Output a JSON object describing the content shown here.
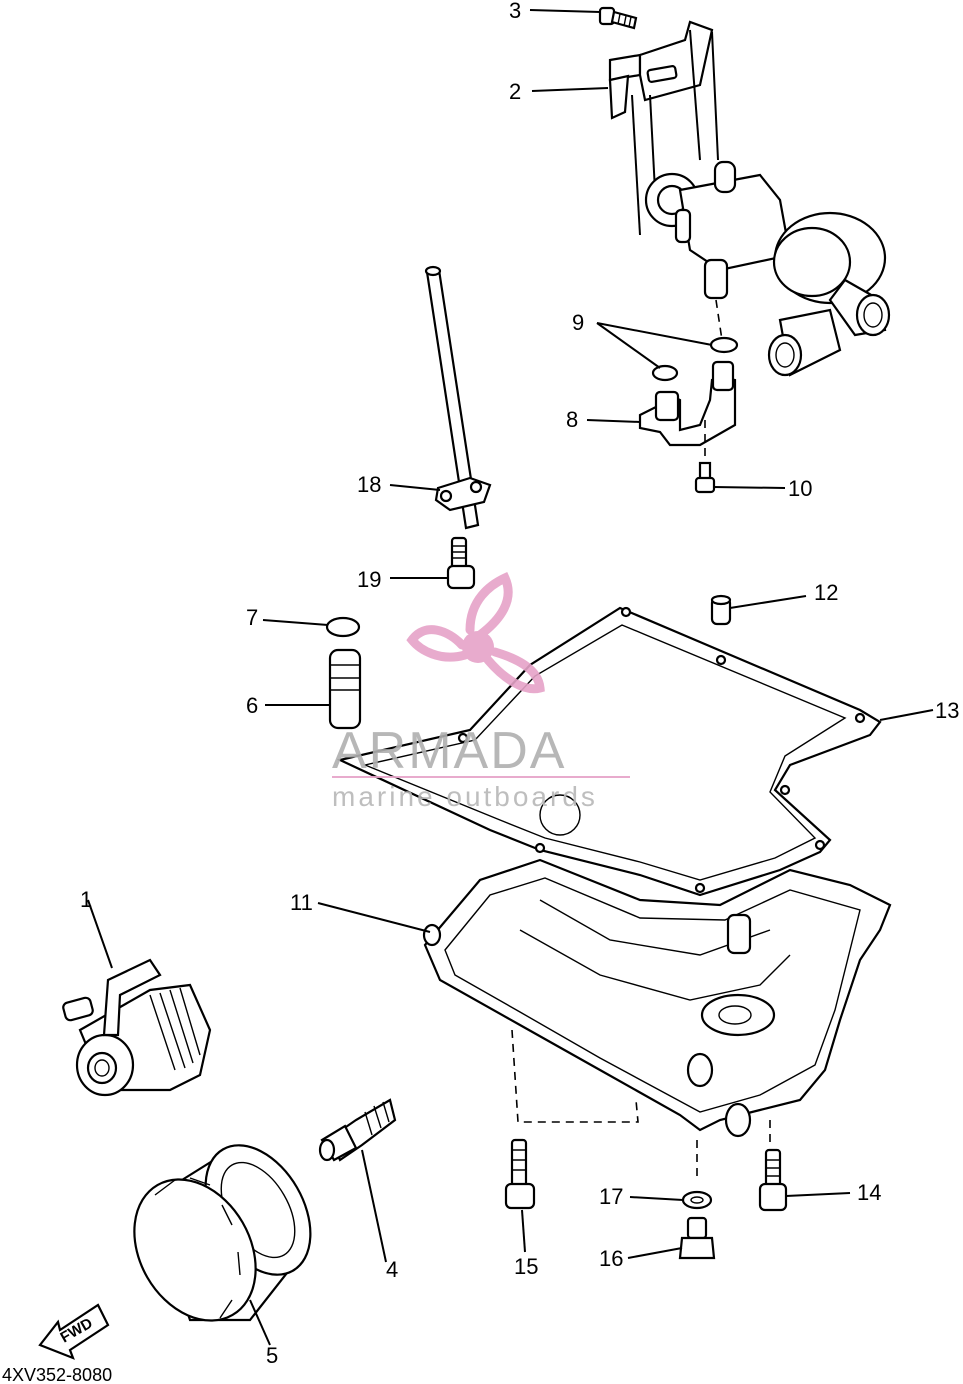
{
  "diagram": {
    "drawing_code": "4XV352-8080",
    "fwd_label": "FWD",
    "callouts": [
      "1",
      "2",
      "3",
      "4",
      "5",
      "6",
      "7",
      "8",
      "9",
      "10",
      "11",
      "12",
      "13",
      "14",
      "15",
      "16",
      "17",
      "18",
      "19"
    ]
  },
  "watermark": {
    "brand": "ARMADA",
    "tagline": "marine outboards",
    "color_pink": "#e6a3c8",
    "color_gray": "#b0b0b0"
  }
}
